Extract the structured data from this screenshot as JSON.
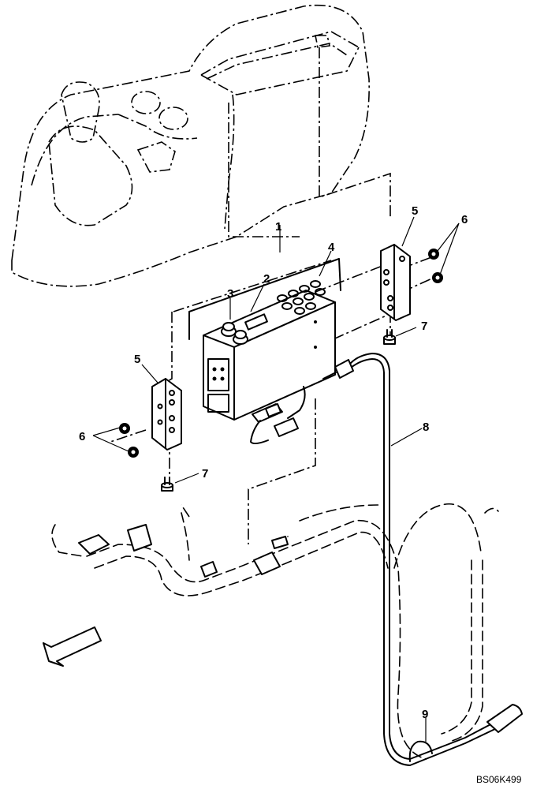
{
  "diagram": {
    "callouts": {
      "c1": "1",
      "c2": "2",
      "c3": "3",
      "c4": "4",
      "c5_left": "5",
      "c5_right": "5",
      "c6_left": "6",
      "c6_right": "6",
      "c7_left": "7",
      "c7_right": "7",
      "c8": "8",
      "c9": "9"
    },
    "reference_code": "BS06K499"
  }
}
